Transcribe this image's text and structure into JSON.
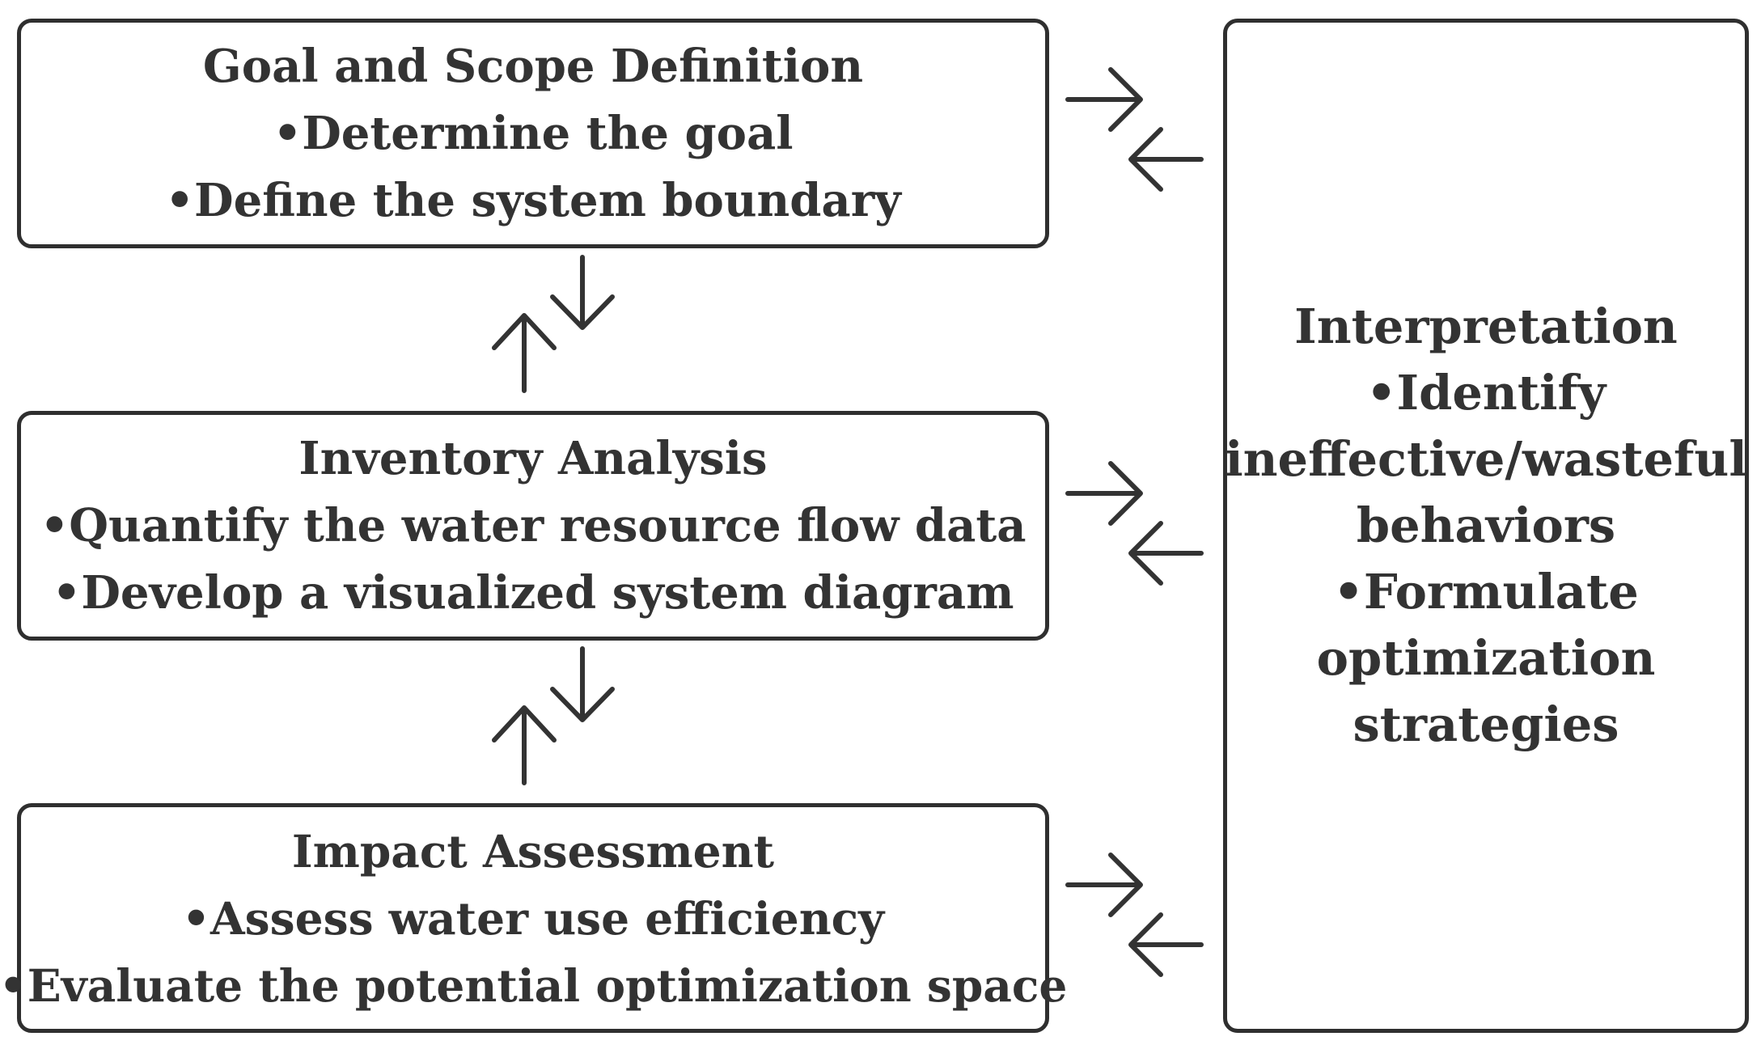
{
  "boxes": {
    "goal": {
      "title": "Goal and Scope Definition",
      "bullets": [
        "•Determine the goal",
        "•Define the system boundary"
      ]
    },
    "inventory": {
      "title": "Inventory Analysis",
      "bullets": [
        "•Quantify the water resource flow data",
        "•Develop a visualized system diagram"
      ]
    },
    "impact": {
      "title": "Impact Assessment",
      "bullets": [
        "•Assess water use efficiency",
        "•Evaluate the potential optimization space"
      ]
    },
    "interpretation": {
      "lines": [
        "Interpretation",
        "•Identify",
        "ineffective/wasteful",
        "behaviors",
        "•Formulate",
        "optimization",
        "strategies"
      ]
    }
  },
  "colors": {
    "border": "#2f2f2f",
    "text": "#333333",
    "arrow": "#333333",
    "background": "#ffffff"
  },
  "arrows": [
    {
      "name": "goal-inventory",
      "type": "bidirectional-vertical"
    },
    {
      "name": "inventory-impact",
      "type": "bidirectional-vertical"
    },
    {
      "name": "goal-interpretation",
      "type": "bidirectional-horizontal"
    },
    {
      "name": "inventory-interpretation",
      "type": "bidirectional-horizontal"
    },
    {
      "name": "impact-interpretation",
      "type": "bidirectional-horizontal"
    }
  ]
}
